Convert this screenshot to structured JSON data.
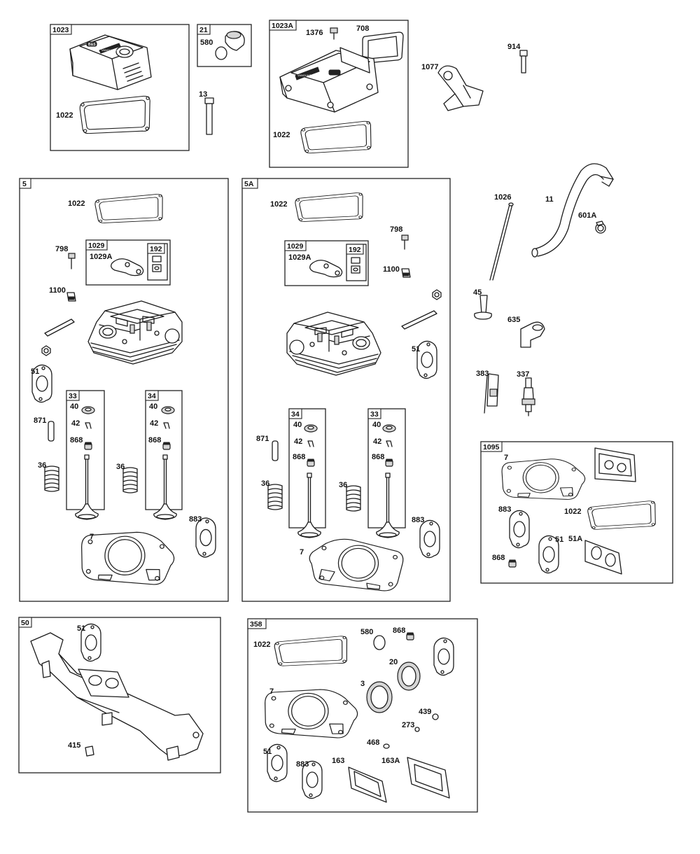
{
  "groups": {
    "g1023": "1023",
    "g21": "21",
    "g1023A": "1023A",
    "g5": "5",
    "g5A": "5A",
    "g1029_a": "1029",
    "g192_a": "192",
    "g1029_b": "1029",
    "g192_b": "192",
    "g33_a": "33",
    "g34_a": "34",
    "g34_b": "34",
    "g33_b": "33",
    "g1095": "1095",
    "g50": "50",
    "g358": "358"
  },
  "labels": {
    "l1022_a": "1022",
    "l580_a": "580",
    "l13": "13",
    "l1376": "1376",
    "l708": "708",
    "l1022_b": "1022",
    "l1077": "1077",
    "l914": "914",
    "l1022_c": "1022",
    "l798_a": "798",
    "l1029A_a": "1029A",
    "l1100_a": "1100",
    "l51_a": "51",
    "l871_a": "871",
    "l36_a": "36",
    "l36_b": "36",
    "l40_a": "40",
    "l42_a": "42",
    "l868_a": "868",
    "l40_b": "40",
    "l42_b": "42",
    "l868_b": "868",
    "l7_a": "7",
    "l883_a": "883",
    "l1022_d": "1022",
    "l798_b": "798",
    "l1029A_b": "1029A",
    "l1100_b": "1100",
    "l51_b": "51",
    "l871_b": "871",
    "l36_c": "36",
    "l36_d": "36",
    "l40_c": "40",
    "l42_c": "42",
    "l868_c": "868",
    "l40_d": "40",
    "l42_d": "42",
    "l868_d": "868",
    "l883_b": "883",
    "l7_b": "7",
    "l1026": "1026",
    "l11": "11",
    "l601A": "601A",
    "l45": "45",
    "l635": "635",
    "l383": "383",
    "l337": "337",
    "l7_c": "7",
    "l883_c": "883",
    "l1022_e": "1022",
    "l51_c": "51",
    "l51A": "51A",
    "l868_e": "868",
    "l51_d": "51",
    "l415": "415",
    "l1022_f": "1022",
    "l580_b": "580",
    "l868_f": "868",
    "l20": "20",
    "l3": "3",
    "l7_d": "7",
    "l439": "439",
    "l273": "273",
    "l468": "468",
    "l51_e": "51",
    "l883_d": "883",
    "l163": "163",
    "l163A": "163A"
  },
  "cover_text": {
    "brand": "B&S",
    "vanguard": "VANGUARD"
  }
}
